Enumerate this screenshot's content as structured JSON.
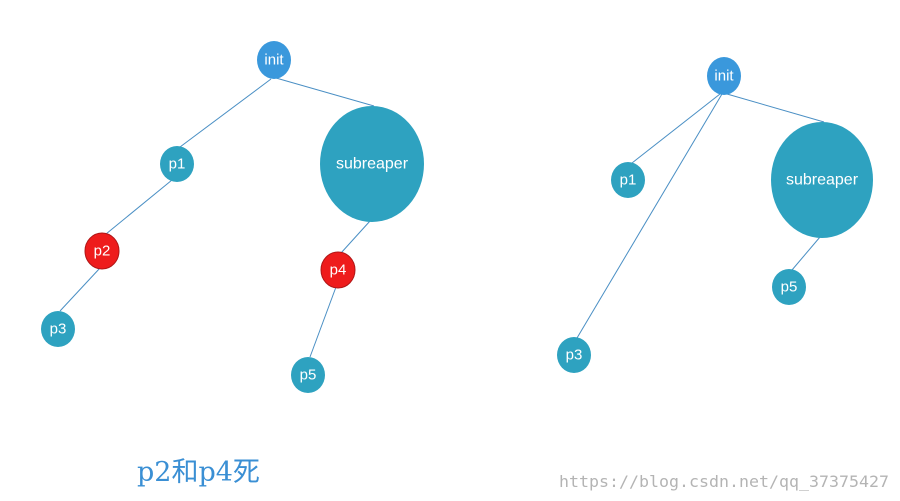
{
  "left_tree": {
    "nodes": {
      "init": {
        "label": "init"
      },
      "subreaper": {
        "label": "subreaper"
      },
      "p1": {
        "label": "p1"
      },
      "p2": {
        "label": "p2"
      },
      "p3": {
        "label": "p3"
      },
      "p4": {
        "label": "p4"
      },
      "p5": {
        "label": "p5"
      }
    }
  },
  "right_tree": {
    "nodes": {
      "init": {
        "label": "init"
      },
      "subreaper": {
        "label": "subreaper"
      },
      "p1": {
        "label": "p1"
      },
      "p3": {
        "label": "p3"
      },
      "p5": {
        "label": "p5"
      }
    }
  },
  "caption": "p2和p4死",
  "watermark": "https://blog.csdn.net/qq_37375427",
  "colors": {
    "init": "#3a98dc",
    "process": "#2ea2c0",
    "dead": "#ee1c1c",
    "edge": "#4a8fc4",
    "caption": "#3a8fd4",
    "watermark": "#b4b4b4"
  }
}
